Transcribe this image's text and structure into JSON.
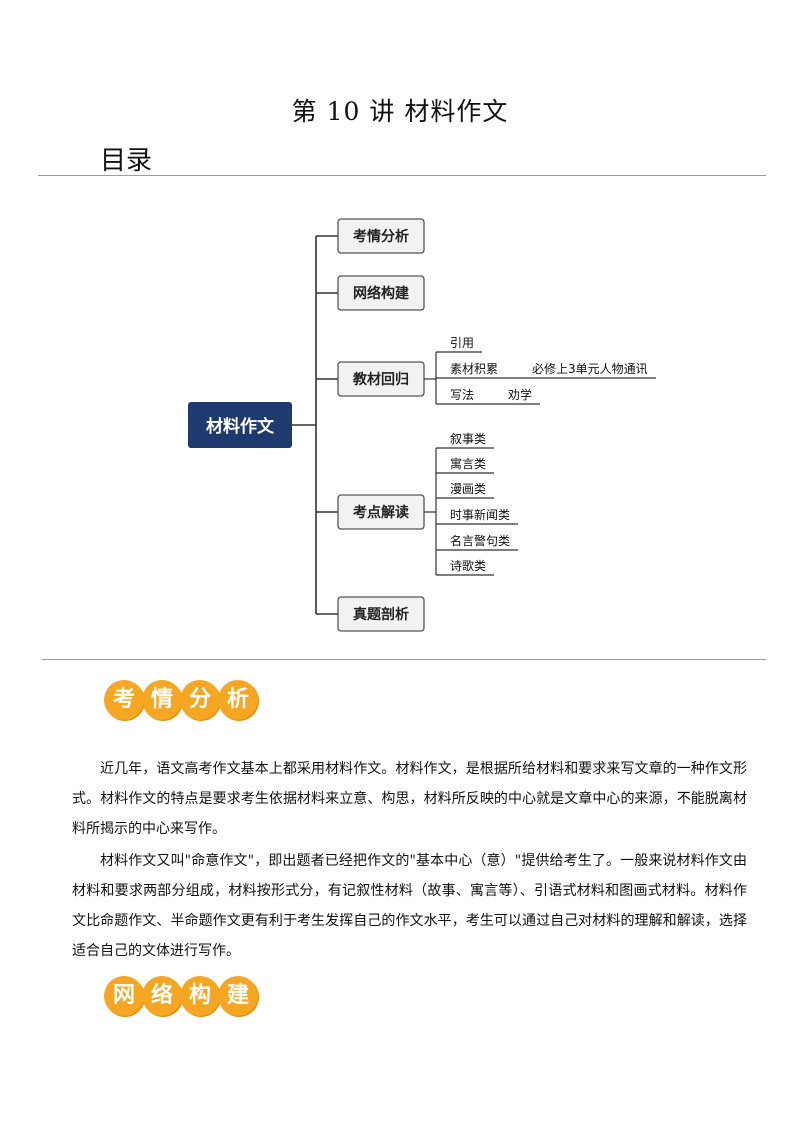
{
  "document": {
    "title": "第 10 讲    材料作文",
    "toc_heading": "目录"
  },
  "mindmap": {
    "root": "材料作文",
    "branches": [
      {
        "label": "考情分析"
      },
      {
        "label": "网络构建"
      },
      {
        "label": "教材回归",
        "children": [
          "引用",
          "素材积累",
          "写法"
        ],
        "notes": {
          "素材积累": "必修上3单元人物通讯",
          "写法": "劝学"
        }
      },
      {
        "label": "考点解读",
        "children": [
          "叙事类",
          "寓言类",
          "漫画类",
          "时事新闻类",
          "名言警句类",
          "诗歌类"
        ]
      },
      {
        "label": "真题剖析"
      }
    ]
  },
  "sections": [
    {
      "badge_chars": [
        "考",
        "情",
        "分",
        "析"
      ],
      "paragraphs": [
        "近几年，语文高考作文基本上都采用材料作文。材料作文，是根据所给材料和要求来写文章的一种作文形式。材料作文的特点是要求考生依据材料来立意、构思，材料所反映的中心就是文章中心的来源，不能脱离材料所揭示的中心来写作。",
        "材料作文又叫\"命意作文\"，即出题者已经把作文的\"基本中心（意）\"提供给考生了。一般来说材料作文由材料和要求两部分组成，材料按形式分，有记叙性材料（故事、寓言等）、引语式材料和图画式材料。材料作文比命题作文、半命题作文更有利于考生发挥自己的作文水平，考生可以通过自己对材料的理解和解读，选择适合自己的文体进行写作。"
      ]
    },
    {
      "badge_chars": [
        "网",
        "络",
        "构",
        "建"
      ]
    }
  ],
  "colors": {
    "root_fill": "#1f3a6e",
    "badge": "#f5a623",
    "rule": "#7fa3c8"
  }
}
